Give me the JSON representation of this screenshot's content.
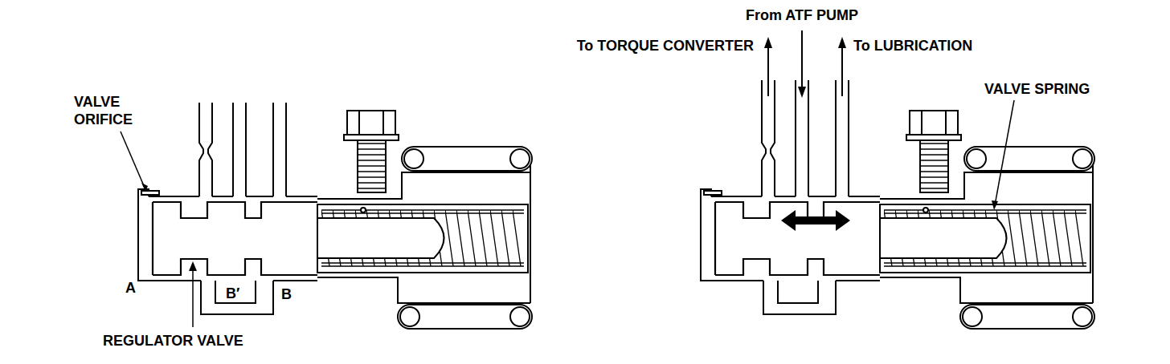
{
  "diagram": {
    "labels": [
      "VALVE ORIFICE",
      "A",
      "REGULATOR VALVE",
      "B′",
      "B",
      "To TORQUE CONVERTER",
      "From ATF PUMP",
      "To LUBRICATION",
      "VALVE SPRING"
    ]
  }
}
